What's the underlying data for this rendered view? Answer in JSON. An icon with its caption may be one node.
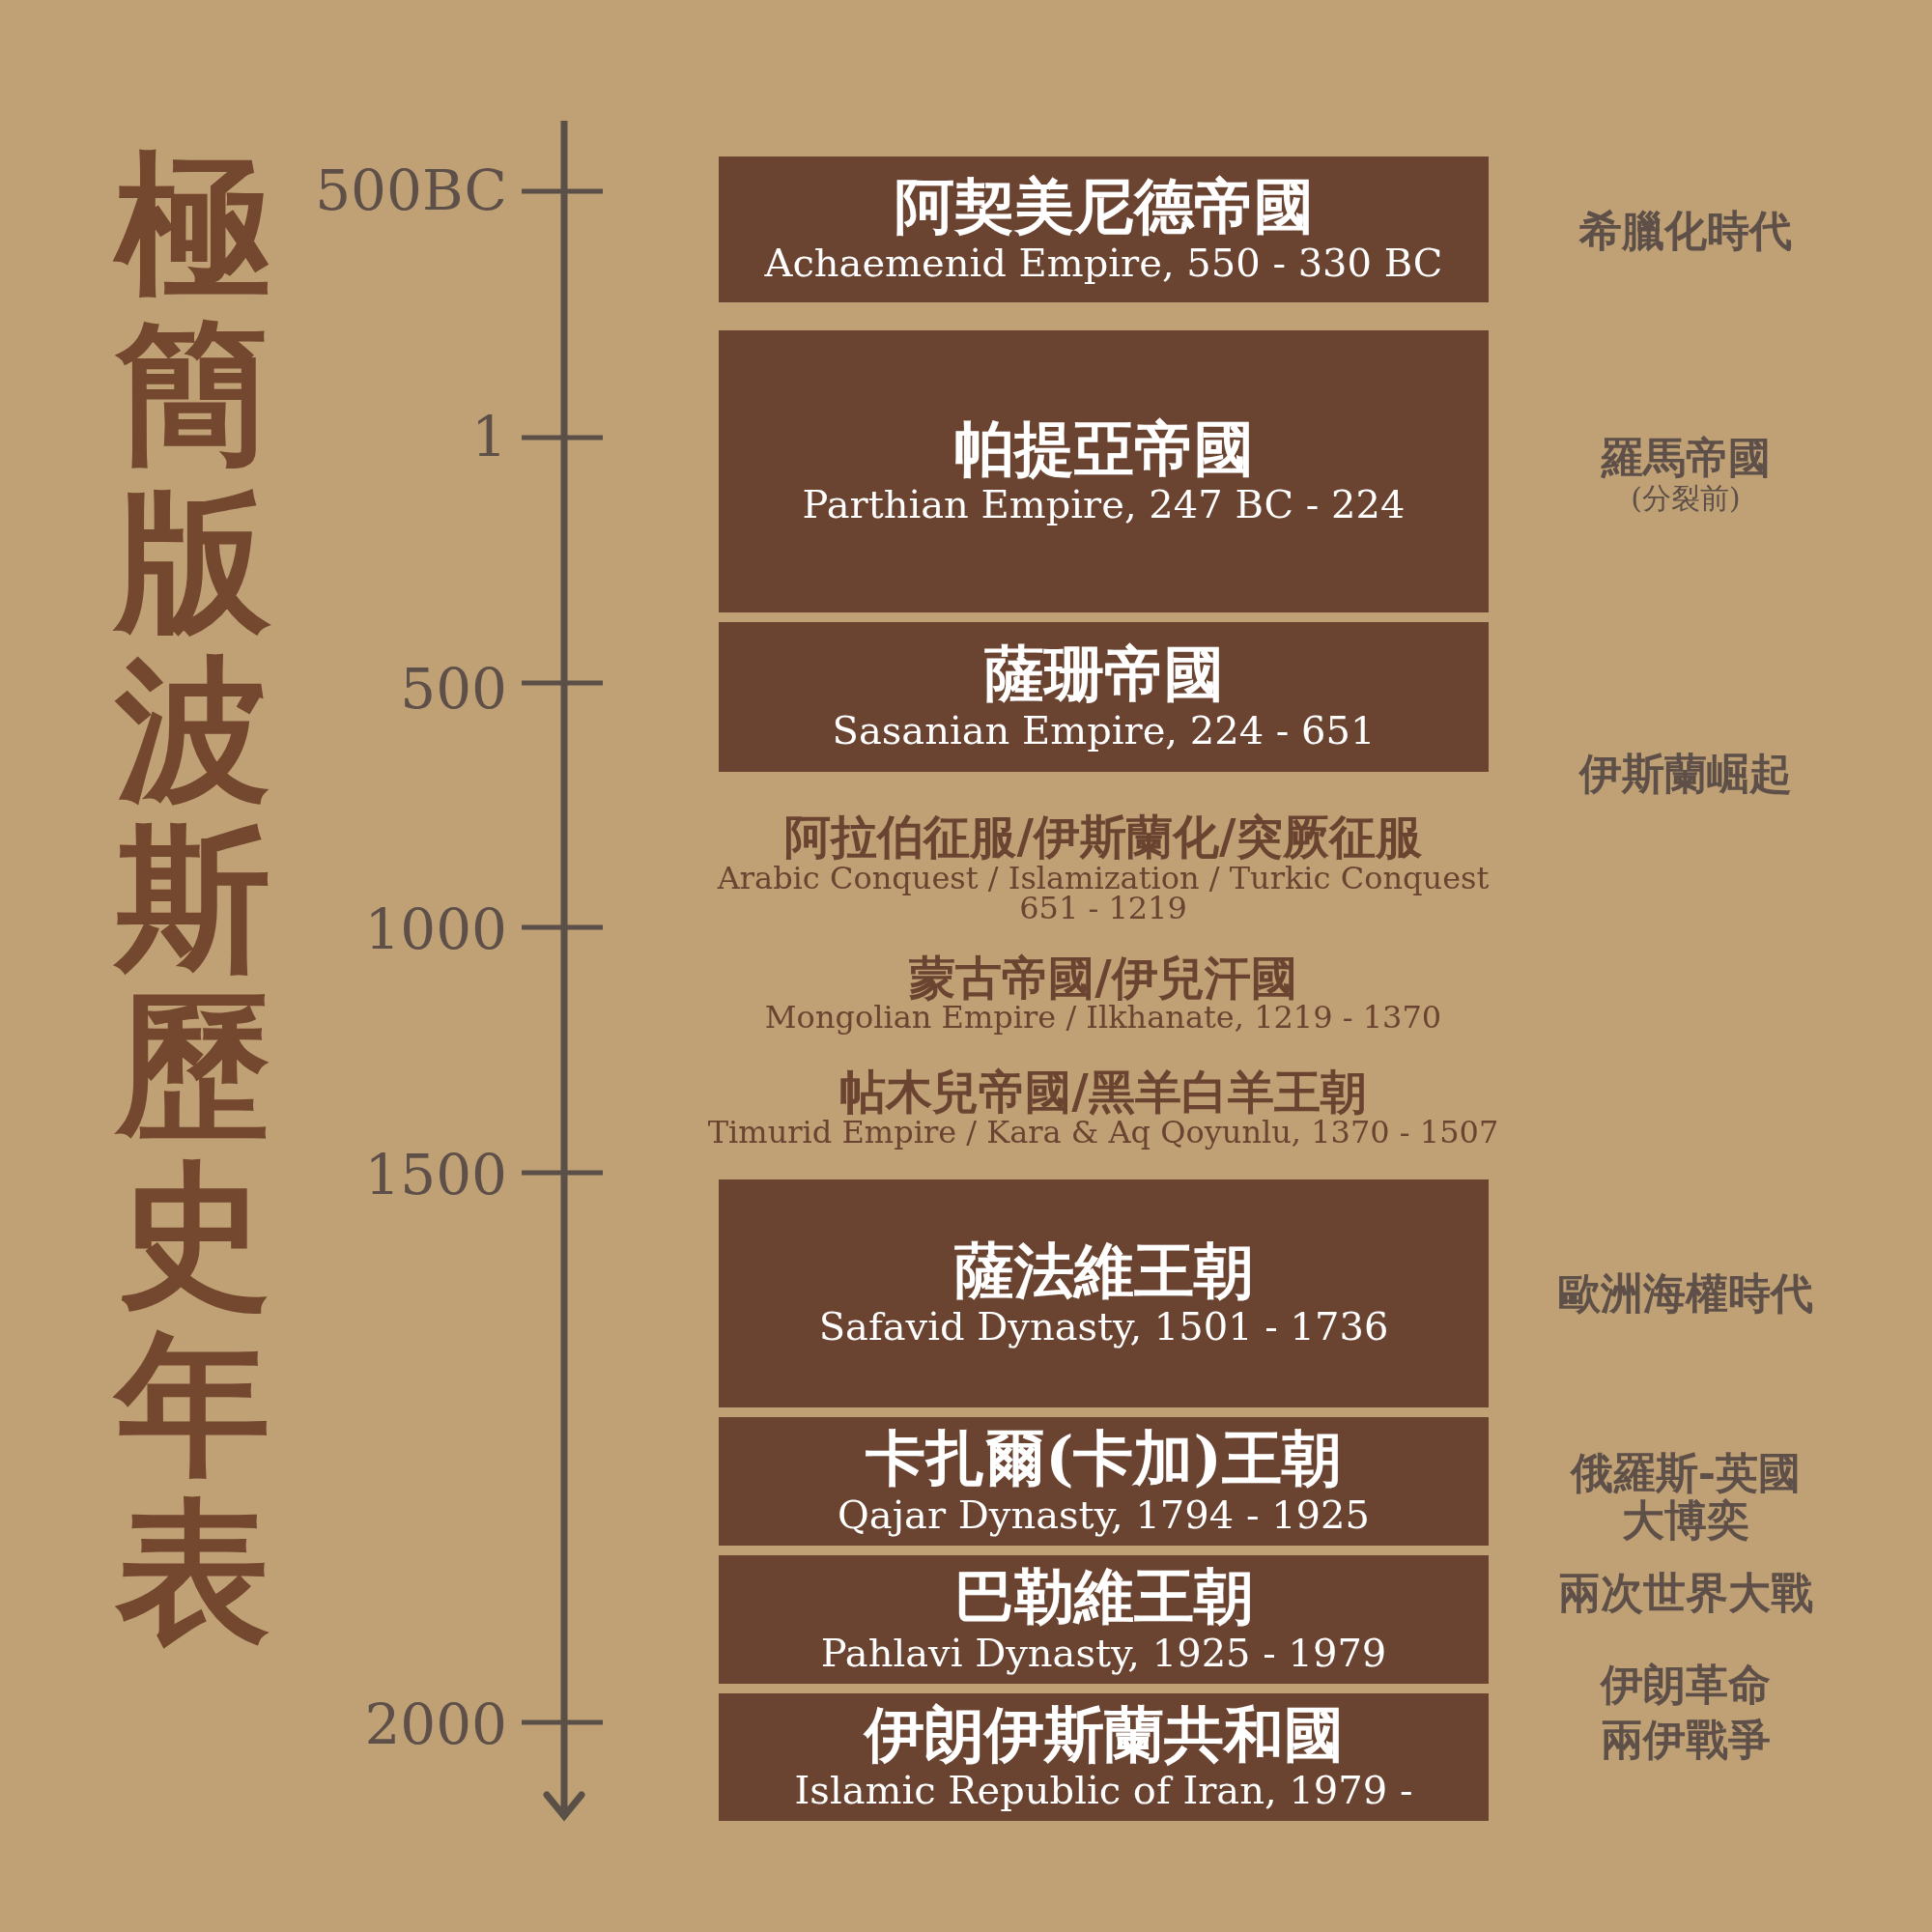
{
  "diagram": {
    "title": "極簡版波斯歷史年表",
    "nodes": [
      {
        "text": [
          "阿契美尼德帝國",
          "Achaemenid Empire, 550 - 330 BC"
        ]
      },
      {
        "text": [
          "帕提亞帝國",
          "Parthian Empire, 247 BC - 224"
        ]
      },
      {
        "text": [
          "薩珊帝國",
          "Sasanian Empire, 224 - 651"
        ]
      },
      {
        "text": [
          "薩法維王朝",
          "Safavid Dynasty, 1501 - 1736"
        ]
      },
      {
        "text": [
          "卡扎爾(卡加)王朝",
          "Qajar Dynasty, 1794 - 1925"
        ]
      },
      {
        "text": [
          "巴勒維王朝",
          "Pahlavi Dynasty, 1925 - 1979"
        ]
      },
      {
        "text": [
          "伊朗伊斯蘭共和國",
          "Islamic Republic of Iran, 1979 -"
        ]
      }
    ],
    "labels": [
      "500BC",
      "希臘化時代",
      "1",
      "羅馬帝國",
      "(分裂前)",
      "500",
      "伊斯蘭崛起",
      "阿拉伯征服/伊斯蘭化/突厥征服",
      "Arabic Conquest / Islamization / Turkic Conquest",
      "651 - 1219",
      "1000",
      "蒙古帝國/伊兒汗國",
      "Mongolian Empire / Ilkhanate, 1219 - 1370",
      "帖木兒帝國/黑羊白羊王朝",
      "Timurid Empire / Kara & Aq Qoyunlu, 1370 - 1507",
      "1500",
      "歐洲海權時代",
      "俄羅斯-英國",
      "大博奕",
      "兩次世界大戰",
      "2000",
      "伊朗革命",
      "兩伊戰爭"
    ]
  }
}
